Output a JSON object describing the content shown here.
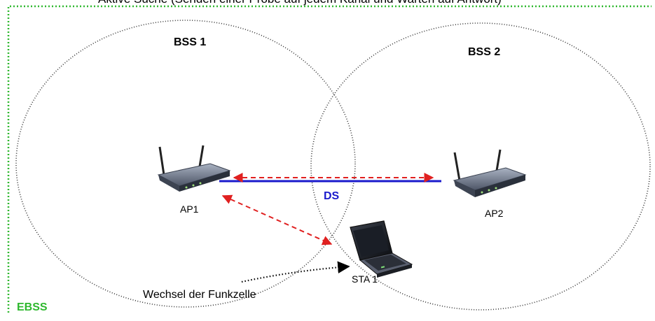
{
  "diagram": {
    "caption": "Aktive Suche (Senden einer Probe auf jedem Kanal und Warten auf Antwort)",
    "bss1_label": "BSS 1",
    "bss2_label": "BSS 2",
    "ds_label": "DS",
    "ap1_label": "AP1",
    "ap2_label": "AP2",
    "sta_label": "STA 1",
    "cell_change_label": "Wechsel der Funkzelle",
    "ebss_label": "EBSS",
    "colors": {
      "ebss_border": "#2fb82f",
      "ds_line": "#1a1acc",
      "signal_arrow": "#e02020",
      "cell_outline": "#333333"
    }
  }
}
